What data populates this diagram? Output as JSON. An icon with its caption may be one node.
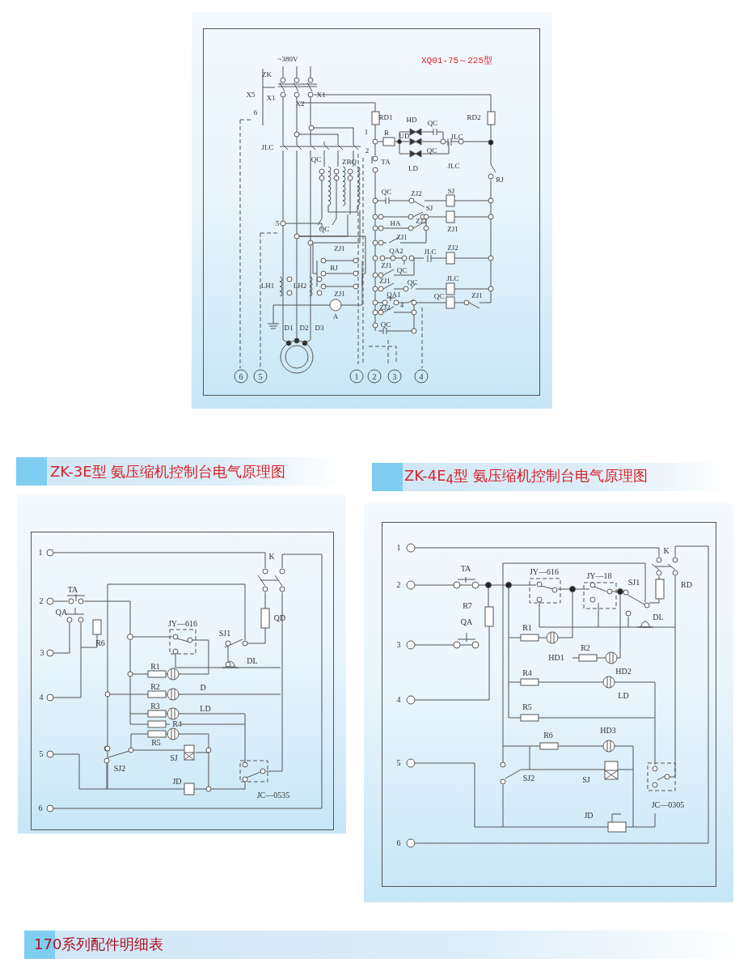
{
  "diagram": {
    "labels": [
      "~380V",
      "XQ01-75～225型",
      "ZK",
      "X5",
      "X1",
      "X1",
      "X2",
      "6",
      "RD1",
      "1",
      "R",
      "HD",
      "QC",
      "UD",
      "JLC",
      "2",
      "QC",
      "JLC",
      "RD2",
      "LD",
      "JLC",
      "QC",
      "ZBQ",
      "TA",
      "RJ",
      "QC",
      "ZJ2",
      "SJ",
      "SJ",
      "HA",
      "ZJ2",
      "5",
      "QC",
      "ZJ1",
      "ZJ1",
      "ZJ1",
      "QA2",
      "JLC",
      "ZJ2",
      "RJ",
      "ZJ1",
      "QC",
      "ZJ1",
      "QC",
      "JLC",
      "LH1",
      "LH2",
      "ZJ1",
      "QA1",
      "4",
      "QC",
      "ZJ1",
      "ZJ2",
      "A",
      "D1",
      "D2",
      "D3",
      "QC",
      "6",
      "5",
      "1",
      "2",
      "3",
      "4",
      "ZK-3E型  氨压缩机控制台电气原理图",
      "ZK-4E$_{4}$型  氨压缩机控制台电气原理图",
      "1",
      "K",
      "TA",
      "2",
      "QA",
      "QD",
      "JY—616",
      "SJ1",
      "R6",
      "3",
      "DL",
      "R1",
      "R2",
      "D",
      "4",
      "R3",
      "LD",
      "R4",
      "R5",
      "5",
      "SJ",
      "SJ2",
      "JD",
      "JC—0535",
      "6",
      "1",
      "K",
      "TA",
      "JY—616",
      "JY—18",
      "2",
      "SJ1",
      "RD",
      "R7",
      "DL",
      "QA",
      "R1",
      "3",
      "R2",
      "HD1",
      "R4",
      "HD2",
      "LD",
      "4",
      "R5",
      "HD3",
      "R6",
      "5",
      "SJ2",
      "SJ",
      "JC—0305",
      "JD",
      "6",
      "170系列配件明细表"
    ]
  }
}
